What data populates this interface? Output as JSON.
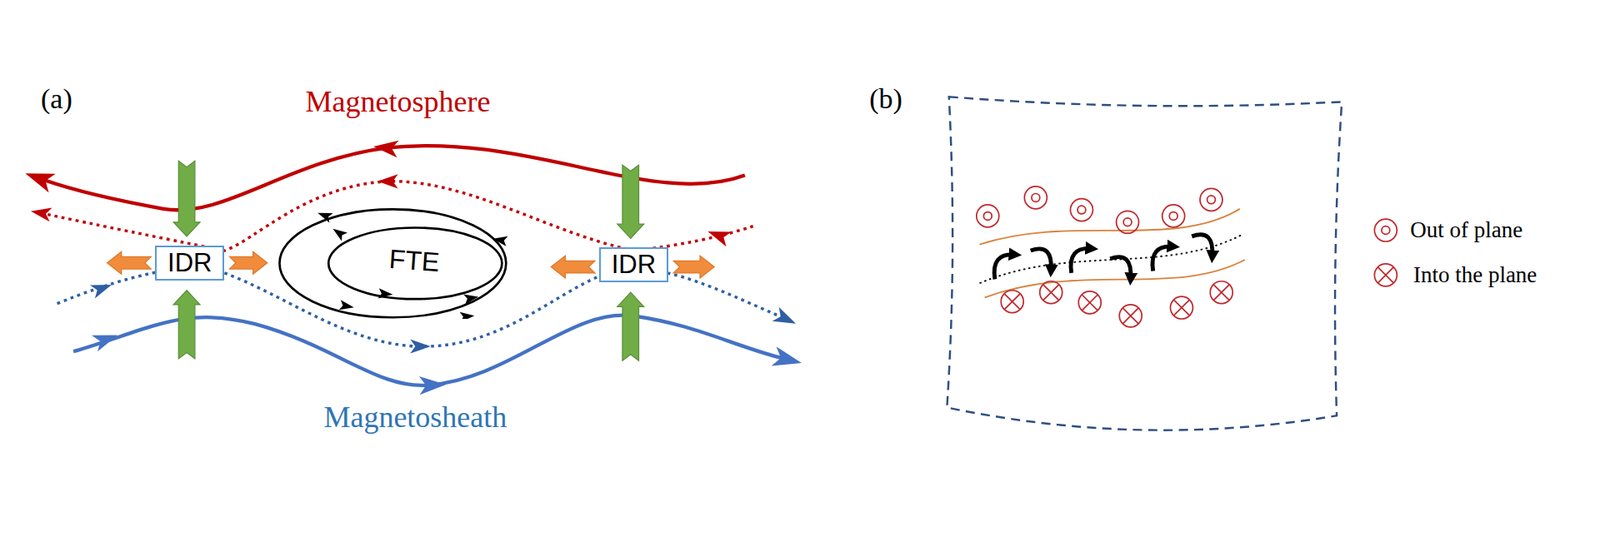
{
  "diagram": {
    "nodes": [
      {
        "text": [
          "IDR"
        ]
      },
      {
        "text": [
          "FTE"
        ]
      },
      {
        "text": [
          "IDR"
        ]
      }
    ],
    "labels": [
      "(a)",
      "Magnetosphere",
      "Magnetosheath",
      "(b)"
    ],
    "legend": [
      {
        "text": "Out of plane"
      },
      {
        "text": "Into the plane"
      }
    ]
  }
}
